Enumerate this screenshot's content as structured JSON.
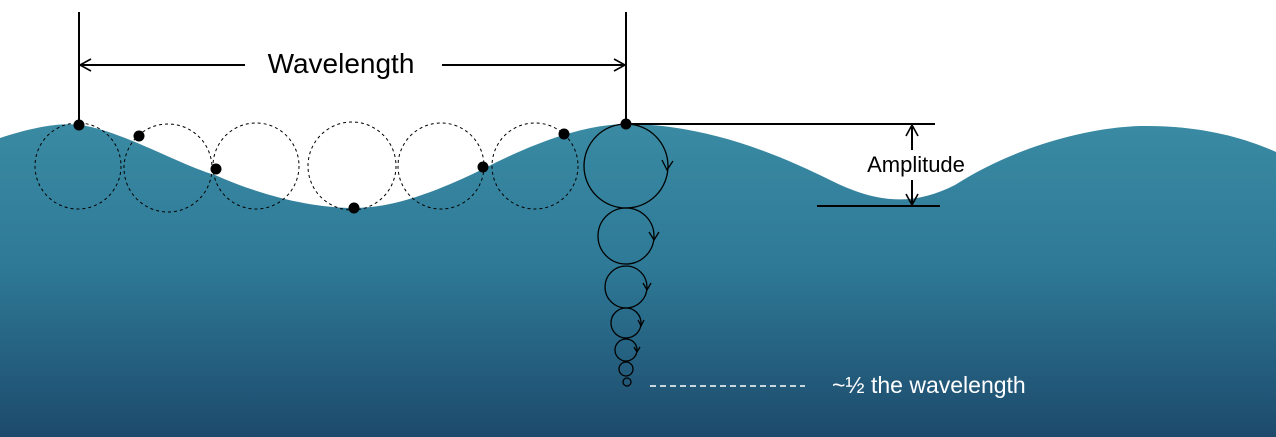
{
  "labels": {
    "wavelength": "Wavelength",
    "amplitude": "Amplitude",
    "depth_note": "~½ the wavelength"
  },
  "colors": {
    "water_top": "#3a8aa3",
    "water_bottom": "#1d4a6c",
    "stroke": "#000000",
    "depth_note": "#ffffff"
  }
}
